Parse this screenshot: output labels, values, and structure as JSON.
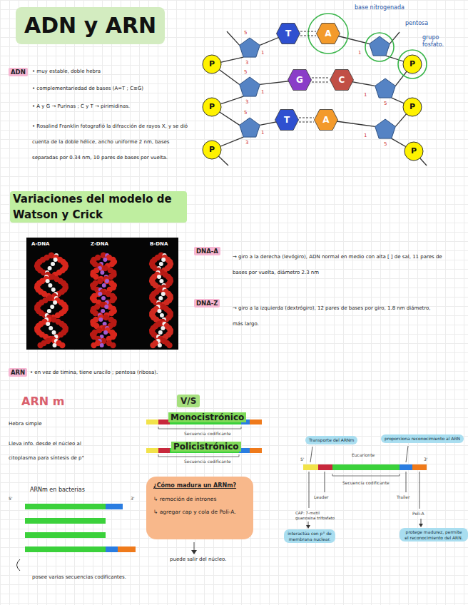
{
  "diagram": {
    "title": "ADN y ARN",
    "nodes": [
      {
        "text": [
          "T"
        ]
      },
      {
        "text": [
          "A"
        ]
      },
      {
        "text": [
          "P"
        ]
      },
      {
        "text": [
          "P"
        ]
      },
      {
        "text": [
          "G"
        ]
      },
      {
        "text": [
          "C"
        ]
      },
      {
        "text": [
          "P"
        ]
      },
      {
        "text": [
          "P"
        ]
      },
      {
        "text": [
          "T"
        ]
      },
      {
        "text": [
          "A"
        ]
      },
      {
        "text": [
          "P"
        ]
      },
      {
        "text": [
          "P"
        ]
      },
      {
        "text": [
          "¿Cómo madura un ARNm?",
          "↳ remoción de intrones",
          "↳ agregar cap y cola de Poli-A."
        ]
      },
      {
        "text": [
          "Transporte del ARNm"
        ]
      },
      {
        "text": [
          "proporciona reconocimiento al ARN"
        ]
      },
      {
        "text": [
          "interactúa con p° de membrana nuclear."
        ]
      },
      {
        "text": [
          "protege madurez, permite el reconocimiento del ARN."
        ]
      }
    ],
    "edges": [
      {
        "from": 0,
        "to": 1,
        "arrow": "none"
      },
      {
        "from": 4,
        "to": 5,
        "arrow": "none"
      },
      {
        "from": 8,
        "to": 9,
        "arrow": "none"
      }
    ],
    "labels": [
      "base nitrogenada",
      "pentosa",
      "grupo fosfato.",
      "5",
      "1",
      "3",
      "1",
      "5",
      "1",
      "3",
      "1",
      "5",
      "5",
      "1",
      "3",
      "1",
      "5",
      "ADN",
      "• muy estable, doble hebra",
      "• complementariedad de bases (A=T ; C≡G)",
      "• A y G → Purinas ; C y T → pirimidinas.",
      "• Rosalind Franklin fotografió la difracción de rayos X, y se dió cuenta de la doble hélice, ancho uniforme 2 nm, bases separadas por 0.34 nm, 10 pares de bases por vuelta.",
      "Variaciones del modelo de Watson y Crick",
      "A-DNA",
      "Z-DNA",
      "B-DNA",
      "DNA-A",
      "→ giro a la derecha (levógiro), ADN normal en medio con alta [ ] de sal, 11 pares de bases por vuelta, diámetro 2.3 nm",
      "DNA-Z",
      "→ giro a la izquierda (dextrógiro), 12 pares de bases por giro, 1.8 nm diámetro, más largo.",
      "ARN",
      "• en vez de timina, tiene uracilo ; pentosa (ribosa).",
      "ARN m",
      "V/S",
      "Hebra simple",
      "Lleva info. desde el núcleo al citoplasma para síntesis de p°",
      "Monocistrónico",
      "Secuencia codificante",
      "Policistrónico",
      "Secuencia codificante",
      "ARNm en bacterias",
      "5'",
      "3'",
      "posee varias secuencias codificantes.",
      "puede salir del núcleo.",
      "Eucarionte",
      "5'",
      "3'",
      "Secuencia codificante",
      "Leader",
      "Trailer",
      "CAP: 7-metil guanosina trifosfato",
      "Poli-A"
    ]
  }
}
